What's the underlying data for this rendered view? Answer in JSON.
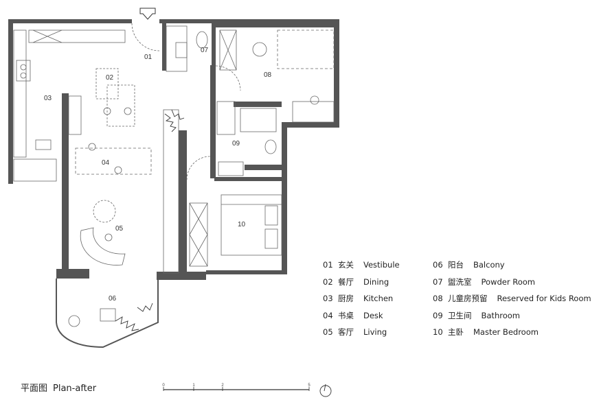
{
  "room_labels": [
    "01",
    "02",
    "03",
    "04",
    "05",
    "06",
    "07",
    "08",
    "09",
    "10"
  ],
  "legend": [
    {
      "num": "01",
      "zh": "玄关",
      "en": "Vestibule"
    },
    {
      "num": "02",
      "zh": "餐厅",
      "en": "Dining"
    },
    {
      "num": "03",
      "zh": "厨房",
      "en": "Kitchen"
    },
    {
      "num": "04",
      "zh": "书桌",
      "en": "Desk"
    },
    {
      "num": "05",
      "zh": "客厅",
      "en": "Living"
    },
    {
      "num": "06",
      "zh": "阳台",
      "en": "Balcony"
    },
    {
      "num": "07",
      "zh": "盥洗室",
      "en": "Powder Room"
    },
    {
      "num": "08",
      "zh": "儿童房预留",
      "en": "Reserved for Kids Room"
    },
    {
      "num": "09",
      "zh": "卫生间",
      "en": "Bathroom"
    },
    {
      "num": "10",
      "zh": "主卧",
      "en": "Master Bedroom"
    }
  ],
  "caption": {
    "zh": "平面图",
    "en": "Plan-after"
  },
  "scale_labels": [
    "0",
    "1",
    "2",
    "5"
  ]
}
